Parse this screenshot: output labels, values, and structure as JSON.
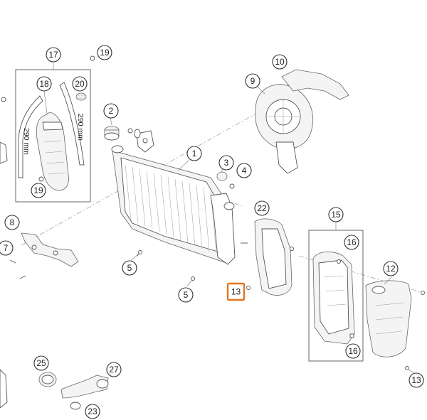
{
  "callouts": {
    "c1": "1",
    "c2": "2",
    "c3": "3",
    "c4": "4",
    "c5a": "5",
    "c5b": "5",
    "c7": "7",
    "c8": "8",
    "c9": "9",
    "c10": "10",
    "c12": "12",
    "c13a": "13",
    "c13b": "13",
    "c15": "15",
    "c16a": "16",
    "c16b": "16",
    "c17": "17",
    "c18": "18",
    "c19a": "19",
    "c19b": "19",
    "c20": "20",
    "c22": "22",
    "c23": "23",
    "c25": "25",
    "c27": "27"
  },
  "dimensions": {
    "hose_long": "290 mm",
    "hose_short": "290 mm"
  },
  "highlight_color": "#e8731c"
}
